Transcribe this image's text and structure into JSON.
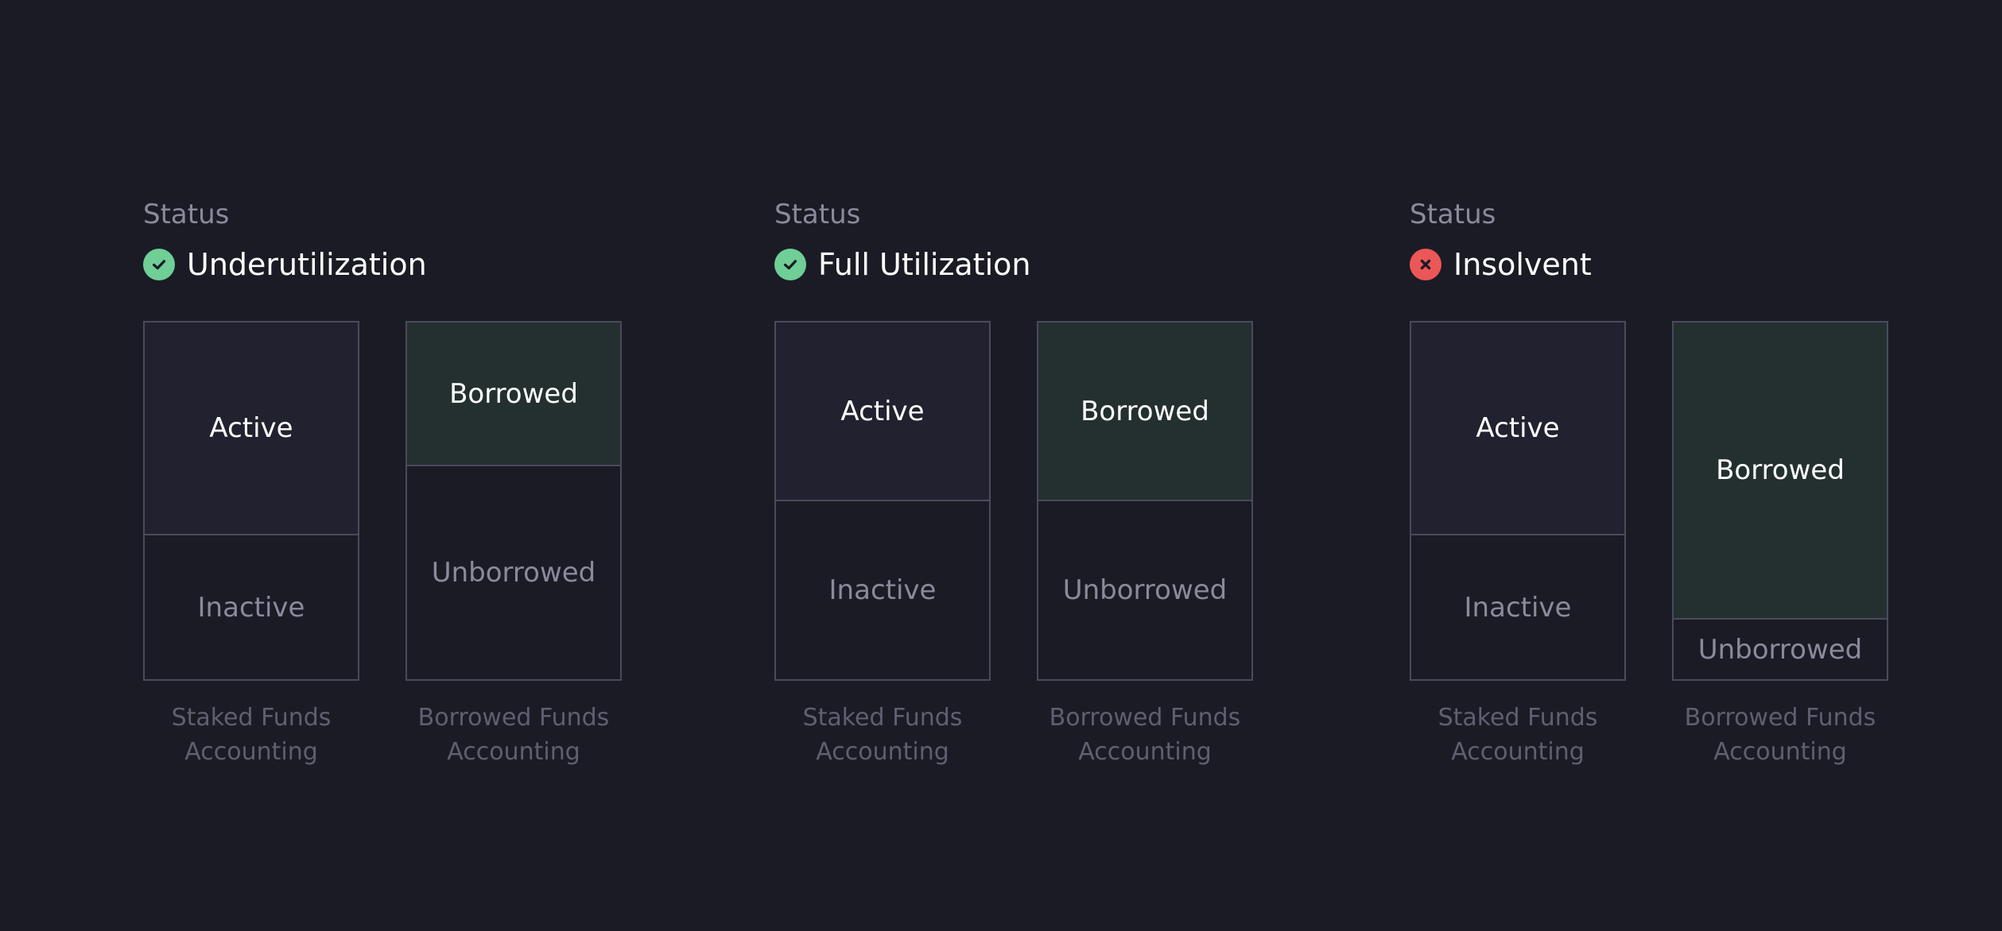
{
  "colors": {
    "background": "#1b1b25",
    "ok": "#6fcf97",
    "error": "#eb5757",
    "active_fill": "#22212f",
    "borrowed_fill": "#243030"
  },
  "panels": [
    {
      "status_label": "Status",
      "status": "Underutilization",
      "status_icon": "check-circle-icon",
      "staked": {
        "active": "Active",
        "inactive": "Inactive",
        "active_share": 0.595
      },
      "borrowed": {
        "borrowed": "Borrowed",
        "unborrowed": "Unborrowed",
        "borrowed_share": 0.405
      },
      "staked_caption": [
        "Staked Funds",
        "Accounting"
      ],
      "borrowed_caption": [
        "Borrowed Funds",
        "Accounting"
      ]
    },
    {
      "status_label": "Status",
      "status": "Full Utilization",
      "status_icon": "check-circle-icon",
      "staked": {
        "active": "Active",
        "inactive": "Inactive",
        "active_share": 0.5
      },
      "borrowed": {
        "borrowed": "Borrowed",
        "unborrowed": "Unborrowed",
        "borrowed_share": 0.5
      },
      "staked_caption": [
        "Staked Funds",
        "Accounting"
      ],
      "borrowed_caption": [
        "Borrowed Funds",
        "Accounting"
      ]
    },
    {
      "status_label": "Status",
      "status": "Insolvent",
      "status_icon": "x-circle-icon",
      "staked": {
        "active": "Active",
        "inactive": "Inactive",
        "active_share": 0.595
      },
      "borrowed": {
        "borrowed": "Borrowed",
        "unborrowed": "Unborrowed",
        "borrowed_share": 0.83
      },
      "staked_caption": [
        "Staked Funds",
        "Accounting"
      ],
      "borrowed_caption": [
        "Borrowed Funds",
        "Accounting"
      ]
    }
  ]
}
